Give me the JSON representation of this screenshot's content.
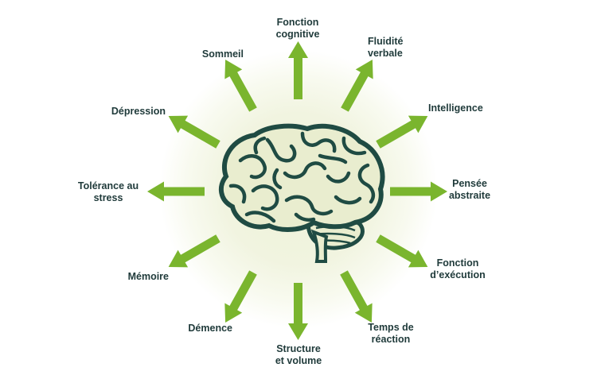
{
  "colors": {
    "arrow": "#7ab52e",
    "brain_outline": "#1f4b43",
    "brain_fill": "#e9edcf",
    "text": "#1f3a3a"
  },
  "labels": {
    "fonction_cognitive": "Fonction\ncognitive",
    "fluidite_verbale": "Fluidité\nverbale",
    "intelligence": "Intelligence",
    "pensee_abstraite": "Pensée\nabstraite",
    "fonction_execution": "Fonction\nd’exécution",
    "temps_reaction": "Temps de\nréaction",
    "structure_volume": "Structure\net volume",
    "demence": "Démence",
    "memoire": "Mémoire",
    "tolerance_stress": "Tolérance au\nstress",
    "depression": "Dépression",
    "sommeil": "Sommeil"
  }
}
